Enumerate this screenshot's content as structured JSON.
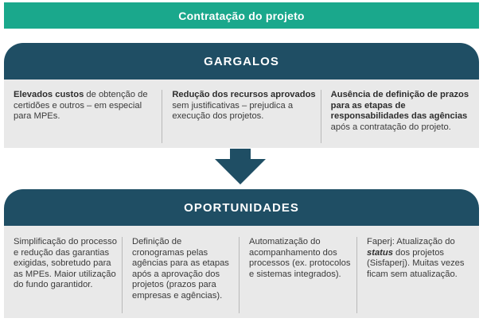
{
  "banner": {
    "title": "Contratação do projeto"
  },
  "gargalos": {
    "title": "GARGALOS",
    "items": [
      {
        "bold": "Elevados custos",
        "text": " de obtenção de certidões e outros – em especial para MPEs."
      },
      {
        "bold": "Redução dos recursos aprovados",
        "text": " sem justificativas – prejudica a execução dos projetos."
      },
      {
        "bold": "Ausência de definição de prazos para as etapas de responsabilidades das agências",
        "text": " após a contratação do projeto."
      }
    ]
  },
  "oportunidades": {
    "title": "OPORTUNIDADES",
    "items": [
      {
        "text": "Simplificação do processo e redução das garantias exigidas, sobretudo para as MPEs. Maior utilização do fundo garantidor."
      },
      {
        "text": "Definição de cronogramas pelas agências para as etapas após a aprovação dos projetos (prazos para empresas e agências)."
      },
      {
        "text": "Automatização do acompanhamento dos processos (ex. protocolos e sistemas integrados)."
      },
      {
        "pre": "Faperj: Atualização do ",
        "bold": "status",
        "post": " dos projetos (Sisfaperj). Muitas vezes ficam sem atualização."
      }
    ]
  }
}
